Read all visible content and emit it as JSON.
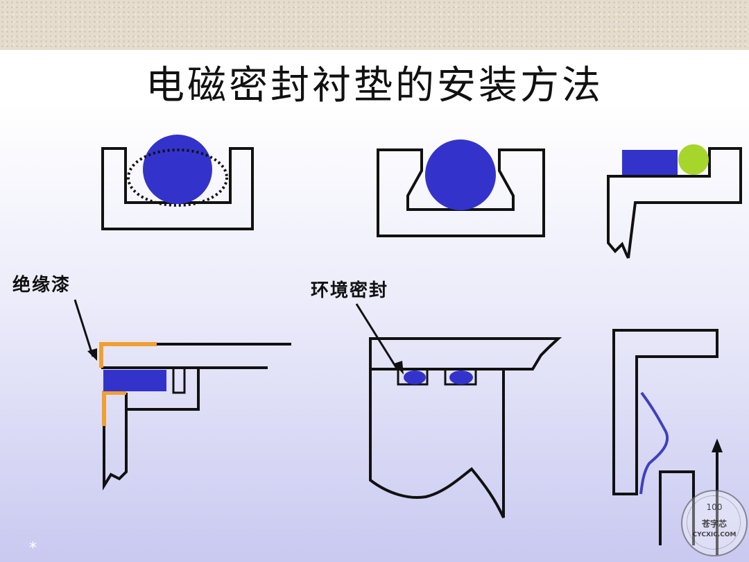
{
  "title": "电磁密封衬垫的安装方法",
  "labels": {
    "insulation": "绝缘漆",
    "environment_seal": "环境密封"
  },
  "footer_mark": "*",
  "stamp": {
    "top": "100",
    "middle": "苍字芯",
    "bottom": "CYCXIC.COM"
  },
  "colors": {
    "gasket_blue": "#3333cc",
    "gasket_green": "#a6d62c",
    "insulation_orange": "#f0a030",
    "line_black": "#111111",
    "seal_wave": "#4040c0"
  }
}
